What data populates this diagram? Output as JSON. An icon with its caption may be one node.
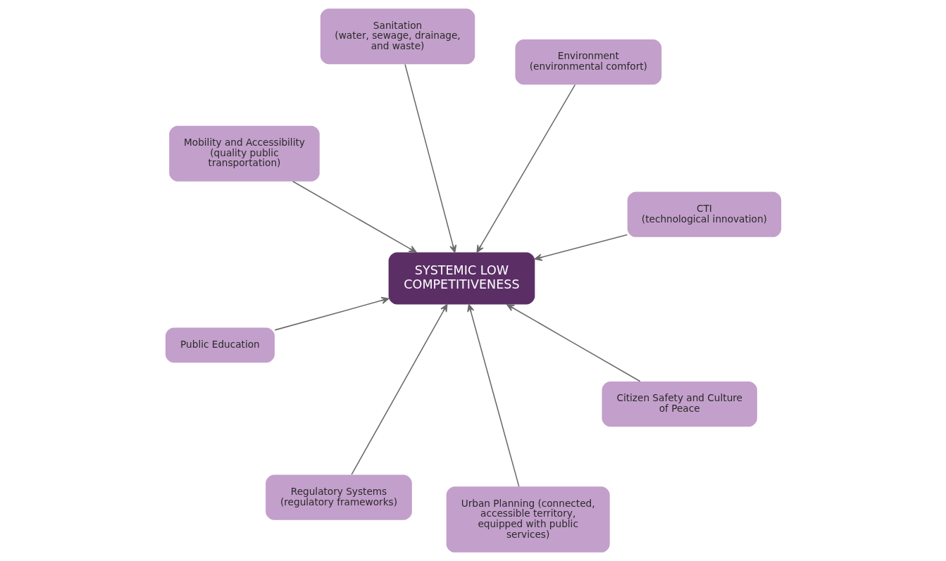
{
  "diagram": {
    "nodes": [
      {
        "text": [
          "SYSTEMIC LOW COMPETITIVENESS"
        ]
      },
      {
        "text": [
          "CTI",
          "(technological innovation)"
        ]
      },
      {
        "text": [
          "Regulatory Systems",
          "(regulatory frameworks)"
        ]
      },
      {
        "text": [
          "Mobility and Accessibility",
          "(quality public transportation)"
        ]
      },
      {
        "text": [
          "Environment",
          "(environmental comfort)"
        ]
      },
      {
        "text": [
          "Sanitation",
          "(water, sewage, drainage, and waste)"
        ]
      },
      {
        "text": [
          "Public Education"
        ]
      },
      {
        "text": [
          "Citizen Safety and Culture of Peace"
        ]
      },
      {
        "text": [
          "Urban Planning (connected, accessible territory, equipped with public services)"
        ]
      }
    ],
    "edges": [
      {
        "from": 1,
        "to": 0,
        "arrow": "to"
      },
      {
        "from": 2,
        "to": 0,
        "arrow": "to"
      },
      {
        "from": 3,
        "to": 0,
        "arrow": "to"
      },
      {
        "from": 4,
        "to": 0,
        "arrow": "to"
      },
      {
        "from": 5,
        "to": 0,
        "arrow": "to"
      },
      {
        "from": 6,
        "to": 0,
        "arrow": "to"
      },
      {
        "from": 7,
        "to": 0,
        "arrow": "to"
      },
      {
        "from": 8,
        "to": 0,
        "arrow": "to"
      }
    ]
  }
}
